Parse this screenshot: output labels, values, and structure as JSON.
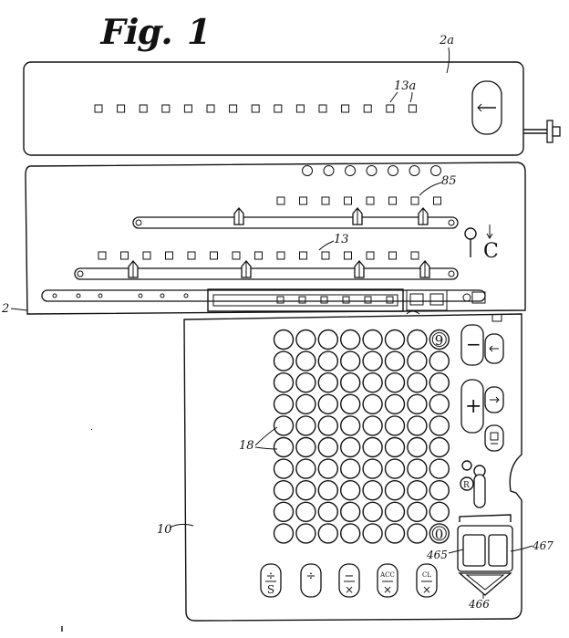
{
  "figure": {
    "title": "Fig. 1",
    "labels": {
      "carriage": "2a",
      "carriage_digits": "13a",
      "upper_digits": "85",
      "lower_digits": "13",
      "housing": "2",
      "keyboard_base": "10",
      "keys": "18",
      "bar_left": "465",
      "bar_right": "467",
      "bar_bottom": "466",
      "clear_letter": "C",
      "r_button": "R"
    },
    "key_columns": {
      "top": "9",
      "bottom": "0"
    },
    "function_keys": [
      {
        "top": "÷",
        "bottom": "S"
      },
      {
        "top": "÷",
        "bottom": ""
      },
      {
        "top": "−",
        "bottom": "×"
      },
      {
        "top": "ACC",
        "bottom": "×"
      },
      {
        "top": "CL",
        "bottom": "×"
      }
    ],
    "side_keys": {
      "minus": "−",
      "plus": "+"
    },
    "counts": {
      "carriage_windows": 15,
      "upper_round_windows": 7,
      "upper_windows": 8,
      "lower_windows": 15,
      "key_columns": 8,
      "key_rows": 10
    }
  }
}
